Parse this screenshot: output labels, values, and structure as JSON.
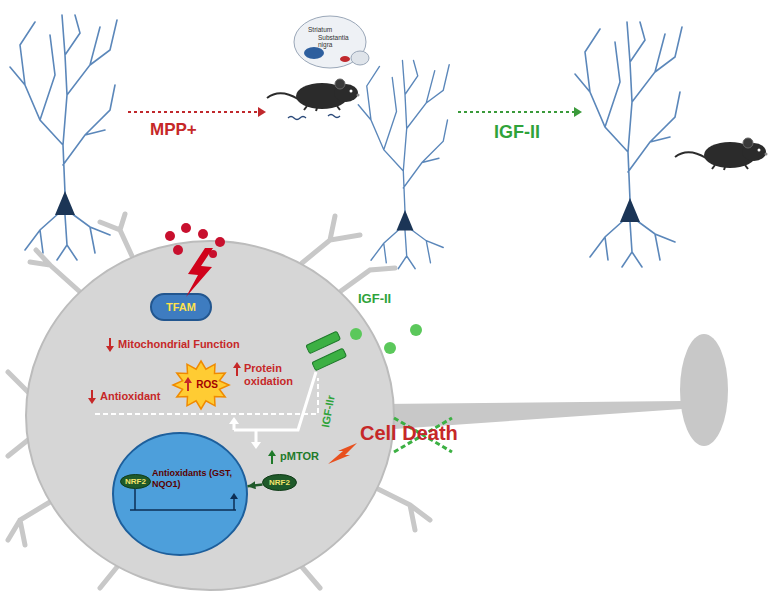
{
  "diagram": {
    "nodes": [
      {
        "text": [
          "Mitochondrial Function",
          "Protein oxidation",
          "Antioxidant",
          "pMTOR"
        ]
      },
      {
        "text": [
          "TFAM"
        ],
        "in": 0
      },
      {
        "text": [
          "ROS"
        ],
        "in": 0
      },
      {
        "text": [
          "Antioxidants (GST, NQO1)"
        ],
        "in": 0
      },
      {
        "text": [
          "NRF2"
        ],
        "in": 3
      },
      {
        "text": [
          "NRF2"
        ],
        "in": 0
      }
    ],
    "edges": [
      {
        "from": 5,
        "to": 3,
        "arrow": "to"
      }
    ],
    "labels": [
      "MPP+",
      "IGF-II",
      "Striatum",
      "Substantia nigra",
      "IGF-II",
      "IGF-IIr",
      "Cell Death"
    ]
  }
}
